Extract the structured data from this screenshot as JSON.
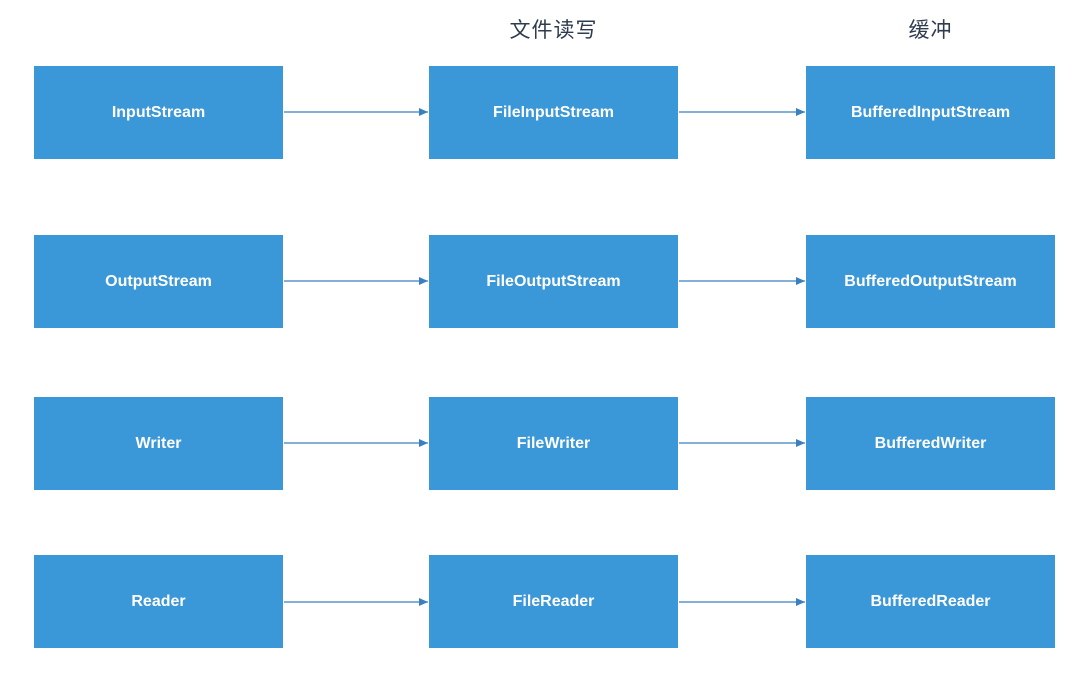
{
  "headers": {
    "file_rw": "文件读写",
    "buffer": "缓冲"
  },
  "colors": {
    "box_fill": "#3a97d8",
    "box_text": "#ffffff",
    "arrow": "#3a7fc0",
    "header_text": "#2e3c4e"
  },
  "rows": [
    {
      "base": "InputStream",
      "file": "FileInputStream",
      "buffered": "BufferedInputStream"
    },
    {
      "base": "OutputStream",
      "file": "FileOutputStream",
      "buffered": "BufferedOutputStream"
    },
    {
      "base": "Writer",
      "file": "FileWriter",
      "buffered": "BufferedWriter"
    },
    {
      "base": "Reader",
      "file": "FileReader",
      "buffered": "BufferedReader"
    }
  ]
}
